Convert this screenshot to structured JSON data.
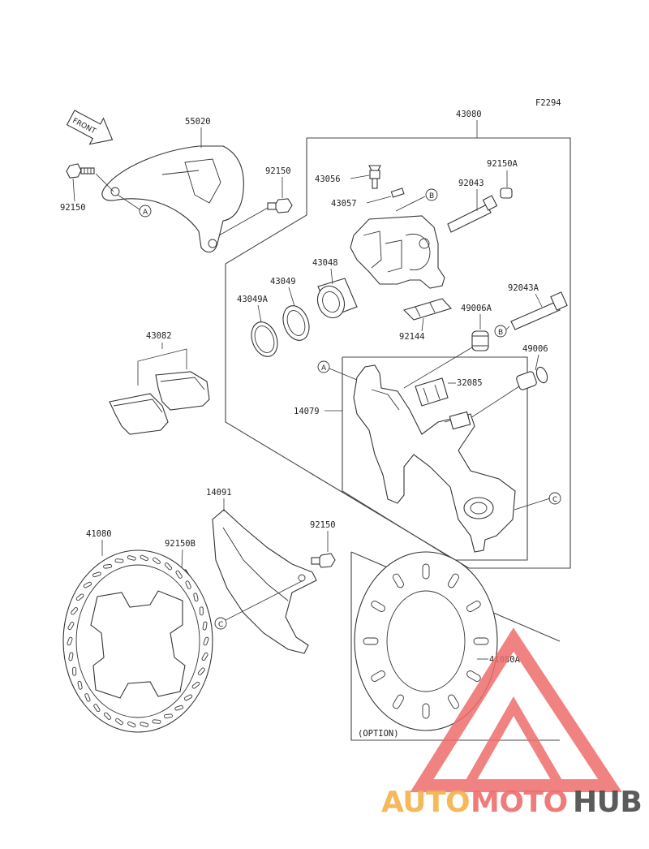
{
  "figure_code": "F2294",
  "front_arrow_label": "FRONT",
  "option_label": "(OPTION)",
  "part_labels": {
    "p55020": "55020",
    "p92150_left": "92150",
    "p92150_mid": "92150",
    "p43080": "43080",
    "p43056": "43056",
    "p43057": "43057",
    "p92150A": "92150A",
    "p92043": "92043",
    "p43048": "43048",
    "p43049": "43049",
    "p43049A": "43049A",
    "p92043A": "92043A",
    "p49006A": "49006A",
    "p92144": "92144",
    "p43082": "43082",
    "p49006": "49006",
    "p32085": "32085",
    "p14079": "14079",
    "p14091": "14091",
    "p41080": "41080",
    "p92150B": "92150B",
    "p92150_low": "92150",
    "p41080A": "41080A"
  },
  "ref_letters": {
    "a1": "A",
    "b1": "B",
    "b2": "B",
    "a2": "A",
    "c1": "C",
    "c2": "C"
  },
  "watermark": {
    "part1": "AUTO",
    "part2": "MOTO",
    "part3": "HUB",
    "color1": "#f2b24a",
    "color2": "#ef6d6d",
    "color3": "#4a4a4a",
    "triangle_color": "#ef6d6d"
  }
}
